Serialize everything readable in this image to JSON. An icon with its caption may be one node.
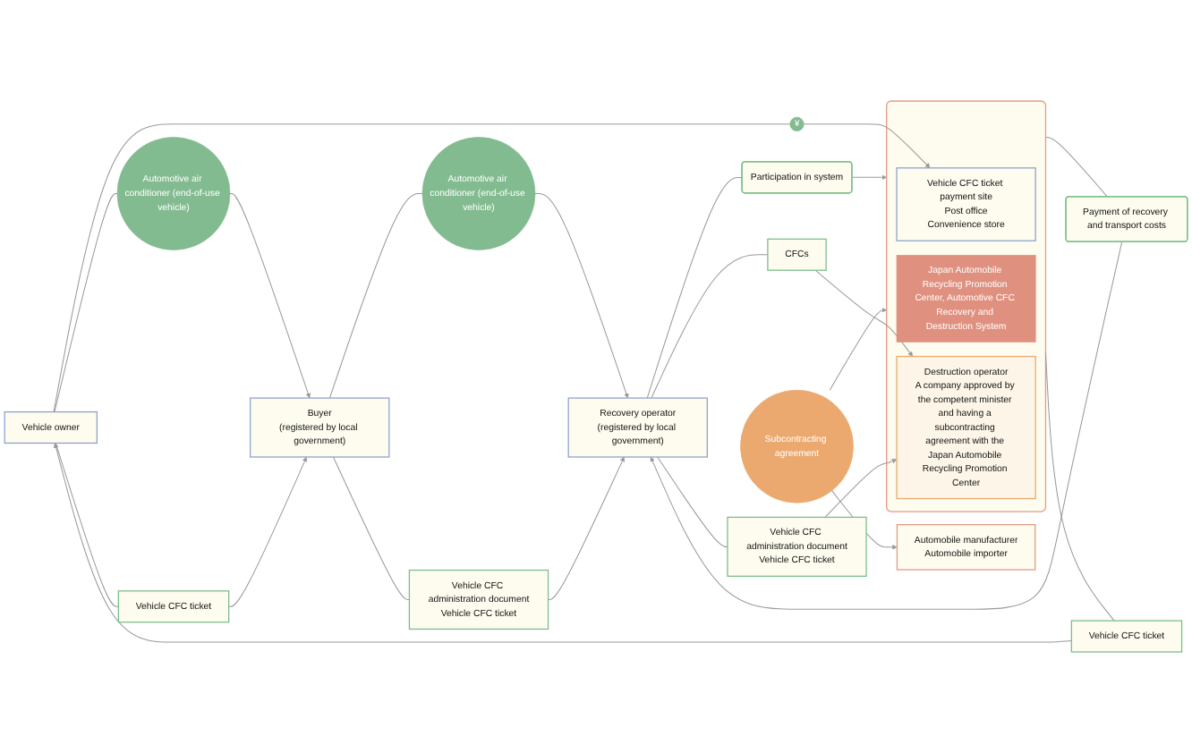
{
  "diagram": {
    "nodes": [
      {
        "text": [
          "Vehicle owner"
        ]
      },
      {
        "text": [
          "Automotive air conditioner (end-of-use vehicle)"
        ]
      },
      {
        "text": [
          "Vehicle CFC ticket"
        ]
      },
      {
        "text": [
          "Buyer",
          "(registered by local government)"
        ]
      },
      {
        "text": [
          "Automotive air conditioner (end-of-use vehicle)"
        ]
      },
      {
        "text": [
          "Vehicle CFC administration document",
          "Vehicle CFC ticket"
        ]
      },
      {
        "text": [
          "Recovery operator",
          "(registered by local government)"
        ]
      },
      {
        "text": [
          "Payment of recovery and transport costs"
        ]
      },
      {
        "text": [
          "Participation in system"
        ]
      },
      {
        "text": [
          "CFCs"
        ]
      },
      {
        "text": [
          "Vehicle CFC administration document",
          "Vehicle CFC ticket"
        ]
      },
      {
        "text": [
          "Subcontracting agreement"
        ]
      },
      {
        "text": [
          "Vehicle CFC ticket"
        ]
      },
      {
        "text": [
          "¥"
        ]
      },
      {
        "text": [],
        "shape": "box"
      },
      {
        "text": [
          "Vehicle CFC ticket payment site",
          "Post office",
          "Convenience store"
        ],
        "in": 14
      },
      {
        "text": [
          "Japan Automobile Recycling Promotion Center, Automotive CFC Recovery and Destruction System"
        ],
        "in": 14
      },
      {
        "text": [
          "Destruction operator",
          "A company approved by the competent minister and having a subcontracting agreement with the Japan Automobile Recycling Promotion Center"
        ],
        "in": 14
      },
      {
        "text": [
          "Automobile manufacturer",
          "Automobile importer"
        ]
      }
    ],
    "edges": [
      {
        "from": 0,
        "to": 1,
        "arrow": "none"
      },
      {
        "from": 1,
        "to": 3,
        "arrow": "to"
      },
      {
        "from": 0,
        "to": 2,
        "arrow": "none"
      },
      {
        "from": 2,
        "to": 3,
        "arrow": "to"
      },
      {
        "from": 3,
        "to": 4,
        "arrow": "none"
      },
      {
        "from": 4,
        "to": 6,
        "arrow": "to"
      },
      {
        "from": 3,
        "to": 5,
        "arrow": "none"
      },
      {
        "from": 5,
        "to": 6,
        "arrow": "to"
      },
      {
        "from": 14,
        "to": 7,
        "arrow": "none"
      },
      {
        "from": 7,
        "to": 6,
        "arrow": "to"
      },
      {
        "from": 6,
        "to": 8,
        "arrow": "none"
      },
      {
        "from": 8,
        "to": 14,
        "arrow": "to"
      },
      {
        "from": 6,
        "to": 9,
        "arrow": "none"
      },
      {
        "from": 9,
        "to": 17,
        "arrow": "to"
      },
      {
        "from": 6,
        "to": 10,
        "arrow": "none"
      },
      {
        "from": 10,
        "to": 17,
        "arrow": "to"
      },
      {
        "from": 11,
        "to": 14,
        "arrow": "to"
      },
      {
        "from": 11,
        "to": 18,
        "arrow": "to"
      },
      {
        "from": 0,
        "to": 13,
        "arrow": "none"
      },
      {
        "from": 13,
        "to": 15,
        "arrow": "to"
      },
      {
        "from": 14,
        "to": 12,
        "arrow": "none"
      },
      {
        "from": 12,
        "to": 0,
        "arrow": "to"
      }
    ]
  }
}
